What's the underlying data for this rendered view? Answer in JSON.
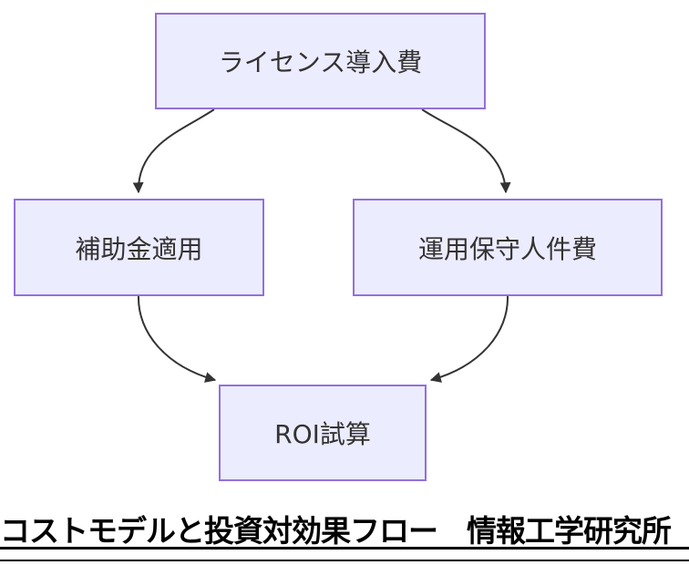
{
  "diagram": {
    "type": "flowchart",
    "direction": "top-down",
    "nodes": [
      {
        "id": "license",
        "label": "ライセンス導入費"
      },
      {
        "id": "subsidy",
        "label": "補助金適用"
      },
      {
        "id": "opex",
        "label": "運用保守人件費"
      },
      {
        "id": "roi",
        "label": "ROI試算"
      }
    ],
    "edges": [
      {
        "from": "license",
        "to": "subsidy"
      },
      {
        "from": "license",
        "to": "opex"
      },
      {
        "from": "subsidy",
        "to": "roi"
      },
      {
        "from": "opex",
        "to": "roi"
      }
    ],
    "colors": {
      "node_fill": "#ECECFF",
      "node_border": "#9370DB",
      "node_text": "#333333",
      "edge": "#333333",
      "caption_text": "#000000",
      "background": "#FFFFFF"
    }
  },
  "caption": {
    "text": "コストモデルと投資対効果フロー　情報工学研究所"
  }
}
